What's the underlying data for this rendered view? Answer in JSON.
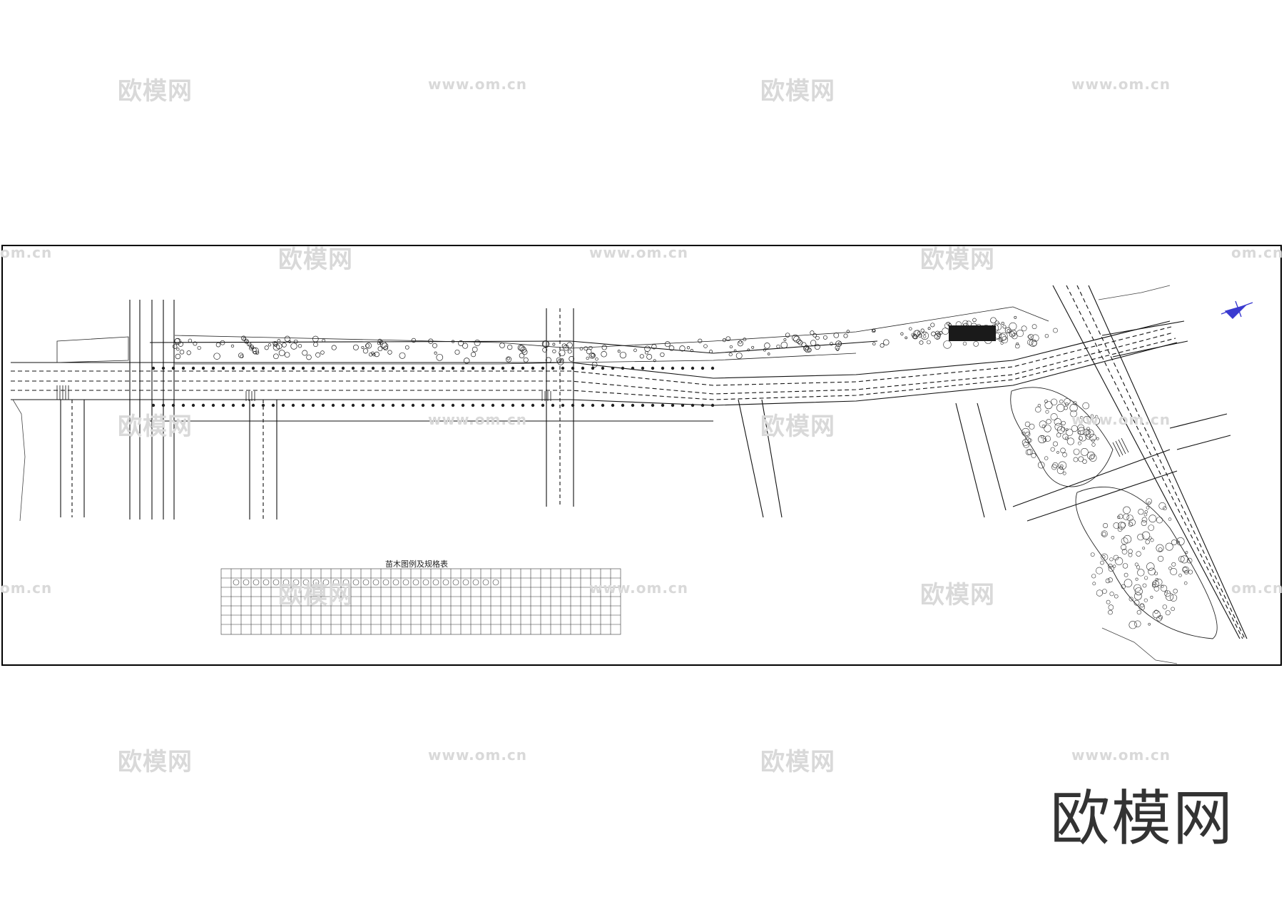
{
  "watermark": {
    "brand_cn": "欧模网",
    "url": "www.om.cn",
    "url_partial": "om.cn"
  },
  "brand_logo_text": "欧模网",
  "drawing": {
    "schedule_title": "苗木图例及规格表"
  },
  "colors": {
    "line": "#111111",
    "frame": "#000000",
    "watermark": "#d9d9d9",
    "north_arrow": "#3a3ad0",
    "background": "#ffffff"
  }
}
